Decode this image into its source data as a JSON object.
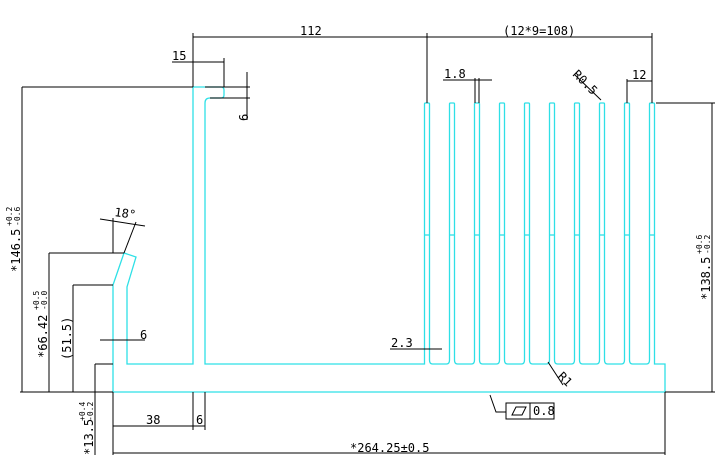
{
  "drawing": {
    "profile_color": "#2ee0e6",
    "fin_count": 10,
    "dimensions": {
      "wall_offset": "112",
      "fin_pitch": "(12*9=108)",
      "tab_width": "15",
      "tab_height": "6",
      "fin_thickness": "1.8",
      "fin_tip_radius": "R0.5",
      "fin_spacing": "12",
      "total_height": "*146.5",
      "total_height_tol_upper": "+0.2",
      "total_height_tol_lower": "-0.6",
      "lip_angle": "18°",
      "lip_height": "*66.42",
      "lip_height_tol_upper": "+0.5",
      "lip_height_tol_lower": "-0.0",
      "lip_straight_height": "(51.5)",
      "lip_thickness": "6",
      "fin_height": "*138.5",
      "fin_height_tol_upper": "+0.6",
      "fin_height_tol_lower": "-0.2",
      "fin_root_width": "2.3",
      "fin_root_radius": "R1",
      "base_thickness": "*13.5",
      "base_thickness_tol_upper": "+0.4",
      "base_thickness_tol_lower": "-0.2",
      "wall_position": "38",
      "wall_thickness": "6",
      "total_width": "*264.25±0.5",
      "flatness_tolerance": "0.8"
    }
  }
}
